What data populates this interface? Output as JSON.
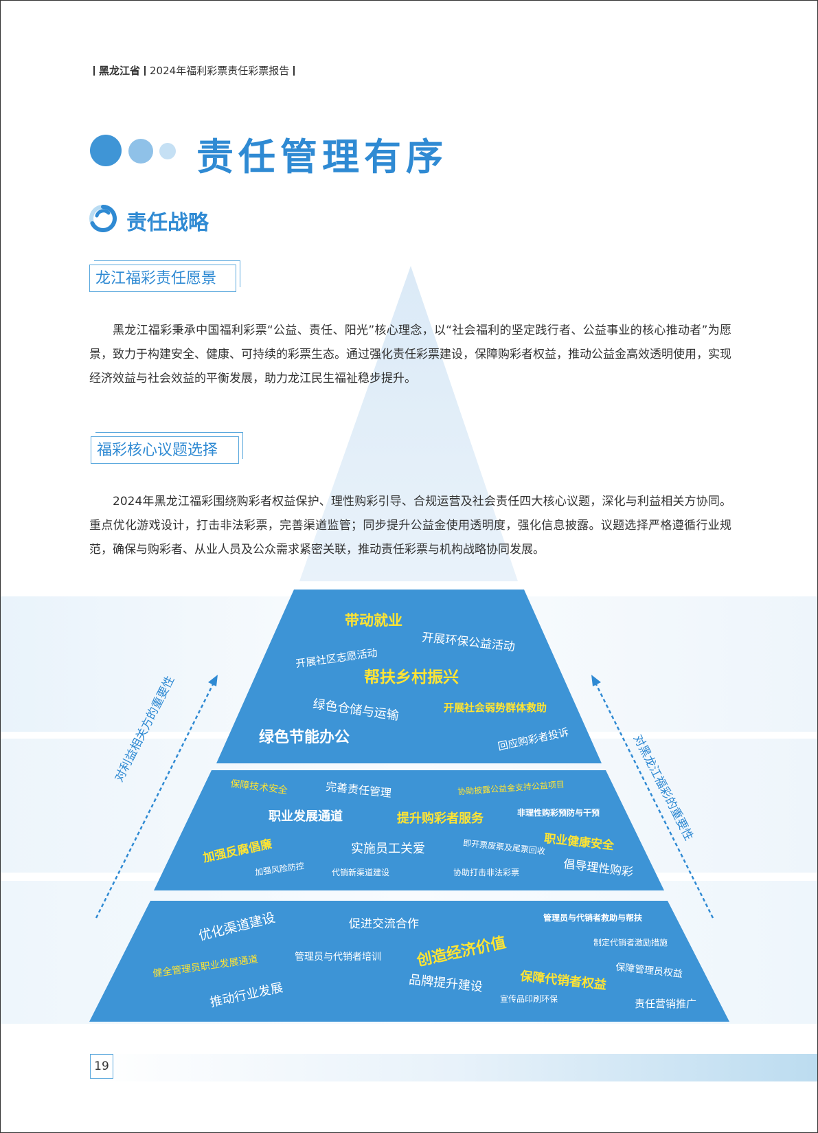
{
  "header": {
    "province": "黑龙江省",
    "report": "2024年福利彩票责任彩票报告"
  },
  "title": "责任管理有序",
  "section": {
    "title": "责任战略"
  },
  "vision": {
    "heading": "龙江福彩责任愿景",
    "text": "黑龙江福彩秉承中国福利彩票“公益、责任、阳光”核心理念，以“社会福利的坚定践行者、公益事业的核心推动者”为愿景，致力于构建安全、健康、可持续的彩票生态。通过强化责任彩票建设，保障购彩者权益，推动公益金高效透明使用，实现经济效益与社会效益的平衡发展，助力龙江民生福祉稳步提升。"
  },
  "topics": {
    "heading": "福彩核心议题选择",
    "text": "2024年黑龙江福彩围绕购彩者权益保护、理性购彩引导、合规运营及社会责任四大核心议题，深化与利益相关方协同。重点优化游戏设计，打击非法彩票，完善渠道监管；同步提升公益金使用透明度，强化信息披露。议题选择严格遵循行业规范，确保与购彩者、从业人员及公众需求紧密关联，推动责任彩票与机构战略协同发展。"
  },
  "pyramid": {
    "left_axis": "对利益相关方的重要性",
    "right_axis": "对黑龙江福彩的重要性",
    "top": [
      "带动就业",
      "开展环保公益活动",
      "开展社区志愿活动",
      "帮扶乡村振兴",
      "绿色仓储与运输",
      "开展社会弱势群体救助",
      "绿色节能办公",
      "回应购彩者投诉"
    ],
    "middle": [
      "保障技术安全",
      "完善责任管理",
      "协助披露公益金支持公益项目",
      "职业发展通道",
      "提升购彩者服务",
      "非理性购彩预防与干预",
      "加强反腐倡廉",
      "实施员工关爱",
      "即开票废票及尾票回收",
      "职业健康安全",
      "加强风险防控",
      "代销新渠道建设",
      "协助打击非法彩票",
      "倡导理性购彩"
    ],
    "bottom": [
      "优化渠道建设",
      "促进交流合作",
      "管理员与代销者救助与帮扶",
      "制定代销者激励措施",
      "创造经济价值",
      "健全管理员职业发展通道",
      "管理员与代销者培训",
      "保障管理员权益",
      "推动行业发展",
      "品牌提升建设",
      "保障代销者权益",
      "宣传品印刷环保",
      "责任营销推广"
    ]
  },
  "page_number": "19",
  "colors": {
    "primary": "#2f8ad3",
    "pyramid": "#3d94d6",
    "highlight": "#ffe433"
  }
}
